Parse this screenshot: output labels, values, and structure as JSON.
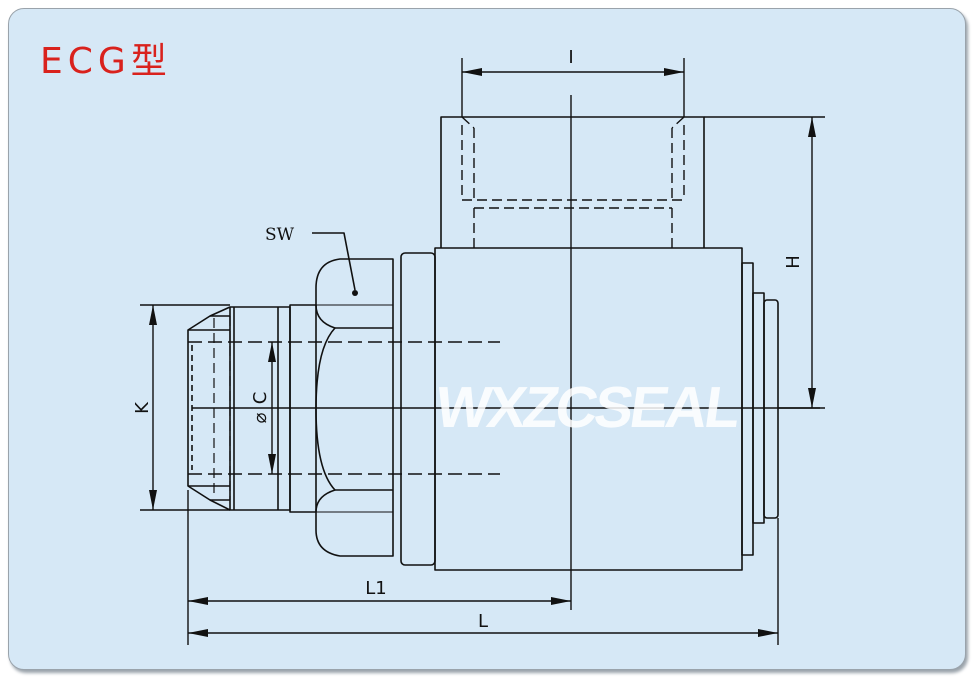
{
  "title": "ECG型",
  "colors": {
    "title": "#d9221d",
    "background": "#d6e8f6",
    "line": "#111111",
    "watermark": "#ffffff"
  },
  "watermark": "WXZCSEAL",
  "labels": {
    "sw": "SW",
    "i": "I",
    "h": "H",
    "k": "K",
    "c": "C",
    "l1": "L1",
    "l": "L"
  }
}
